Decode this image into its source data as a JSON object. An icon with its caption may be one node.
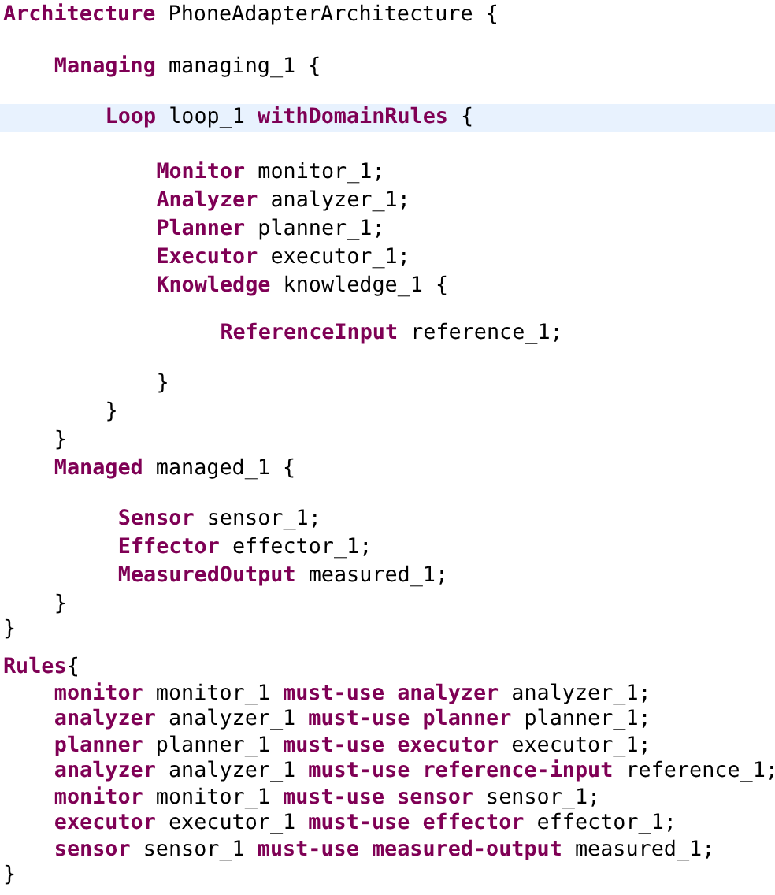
{
  "diagram": {
    "labels": [
      "**Architecture** PhoneAdapterArchitecture {",
      "**Managing** managing_1 {",
      "**Loop** loop_1 **withDomainRules** {",
      "**Monitor** monitor_1;",
      "**Analyzer** analyzer_1;",
      "**Planner** planner_1;",
      "**Executor** executor_1;",
      "**Knowledge** knowledge_1 {",
      "**ReferenceInput** reference_1;",
      "}",
      "}",
      "}",
      "**Managed** managed_1 {",
      "**Sensor** sensor_1;",
      "**Effector** effector_1;",
      "**MeasuredOutput** measured_1;",
      "}",
      "}",
      "**Rules**{",
      "**monitor** monitor_1 **must-use** **analyzer** analyzer_1;",
      "**analyzer** analyzer_1 **must-use** **planner** planner_1;",
      "**planner** planner_1 **must-use** **executor** executor_1;",
      "**analyzer** analyzer_1 **must-use** **reference-input** reference_1;",
      "**monitor** monitor_1 **must-use** **sensor** sensor_1;",
      "**executor** executor_1 **must-use** **effector** effector_1;",
      "**sensor** sensor_1 **must-use** **measured-output** measured_1;",
      "}"
    ]
  }
}
